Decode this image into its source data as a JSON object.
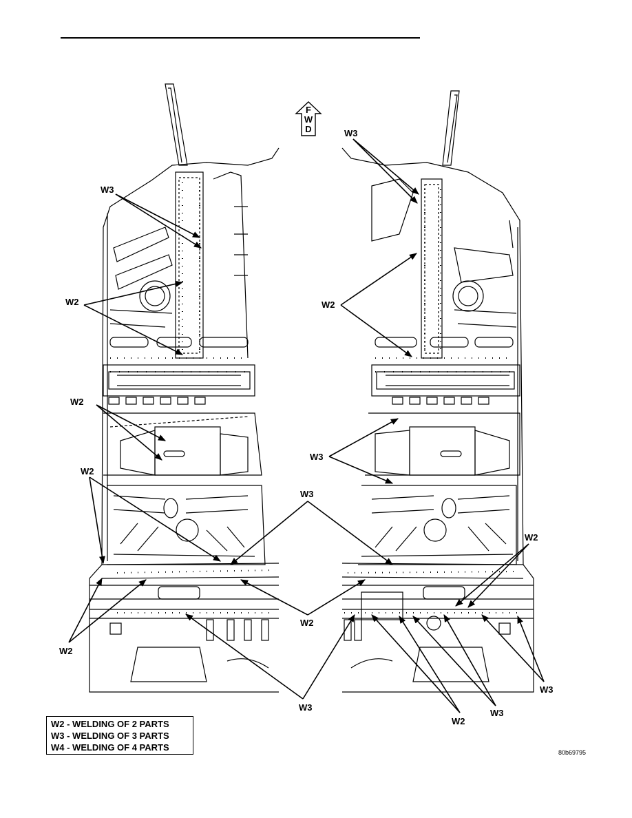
{
  "fwd_arrow": {
    "letters": [
      "F",
      "W",
      "D"
    ]
  },
  "callouts": {
    "left_w3_top": "W3",
    "left_w2_upper": "W2",
    "left_w2_middle": "W2",
    "left_w2_lower": "W2",
    "left_w2_bottom": "W2",
    "left_w3_bottom": "W3",
    "center_w3": "W3",
    "center_w2": "W2",
    "right_w3_top": "W3",
    "right_w2_upper": "W2",
    "right_w3_middle": "W3",
    "right_w2_lower": "W2",
    "right_w3_bottom_right": "W3",
    "right_w3_bottom_mid": "W3",
    "right_w2_bottom": "W2"
  },
  "legend": {
    "items": [
      "W2 - WELDING OF 2 PARTS",
      "W3 - WELDING OF 3 PARTS",
      "W4 - WELDING OF 4 PARTS"
    ]
  },
  "figure_code": "80b69795",
  "icons": [
    "forward-arrow-icon"
  ]
}
